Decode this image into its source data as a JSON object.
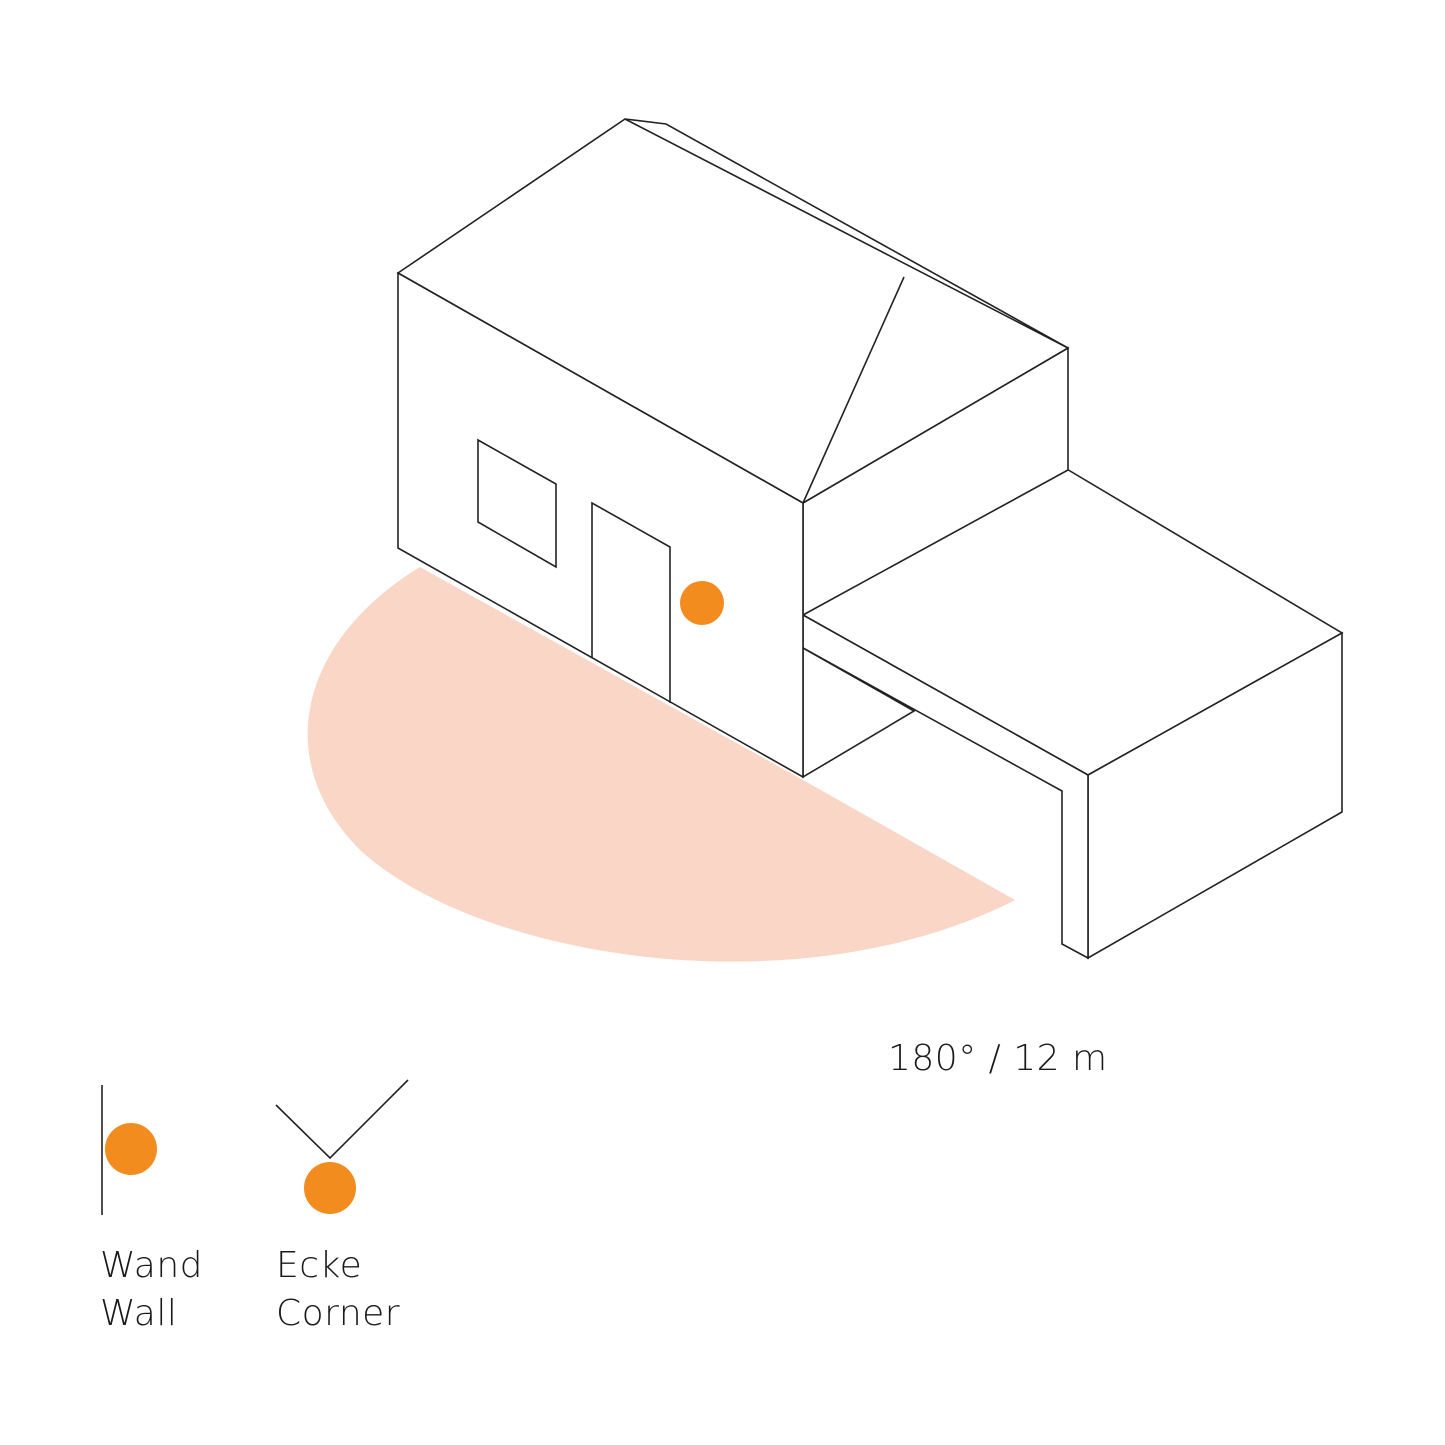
{
  "colors": {
    "detection_zone": "#f9d6c6",
    "sensor_dot": "#f28c1e",
    "line": "#222222",
    "background": "#ffffff"
  },
  "detection": {
    "label": "180° / 12 m",
    "angle_deg": 180,
    "range_m": 12
  },
  "legend": {
    "wall": {
      "icon": "wall-mount-icon",
      "label_de": "Wand",
      "label_en": "Wall"
    },
    "corner": {
      "icon": "corner-mount-icon",
      "label_de": "Ecke",
      "label_en": "Corner"
    }
  }
}
